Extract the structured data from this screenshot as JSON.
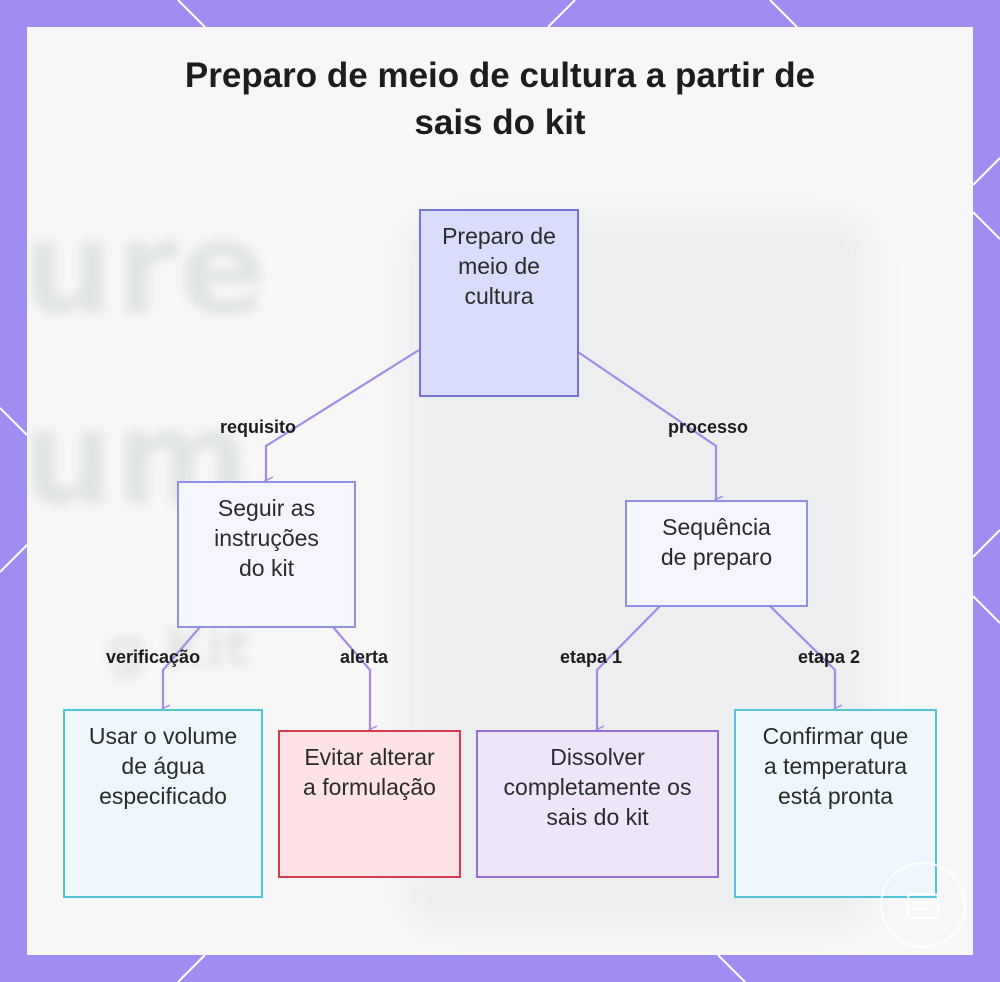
{
  "title": "Preparo de meio de cultura a partir de sais do kit",
  "background": {
    "watermark_words": [
      "ure",
      "um",
      "g Kit"
    ]
  },
  "nodes": {
    "root": "Preparo de meio de cultura",
    "instructions": "Seguir as instruções do kit",
    "sequence": "Sequência de preparo",
    "water": "Usar o volume de água especificado",
    "avoid": "Evitar alterar a formulação",
    "dissolve": "Dissolver completamente os sais do kit",
    "temperature": "Confirmar que a temperatura está pronta"
  },
  "edges": {
    "requisito": "requisito",
    "processo": "processo",
    "verificacao": "verificação",
    "alerta": "alerta",
    "etapa1": "etapa 1",
    "etapa2": "etapa 2"
  },
  "colors": {
    "frame": "#a18cf2",
    "connector": "#a48be6",
    "root_fill": "#dadcfb",
    "cyan_border": "#53c3d6",
    "red_border": "#d63a4c",
    "violet_border": "#9a6ddc"
  },
  "logo": {
    "icon": "brand-seal-icon"
  }
}
